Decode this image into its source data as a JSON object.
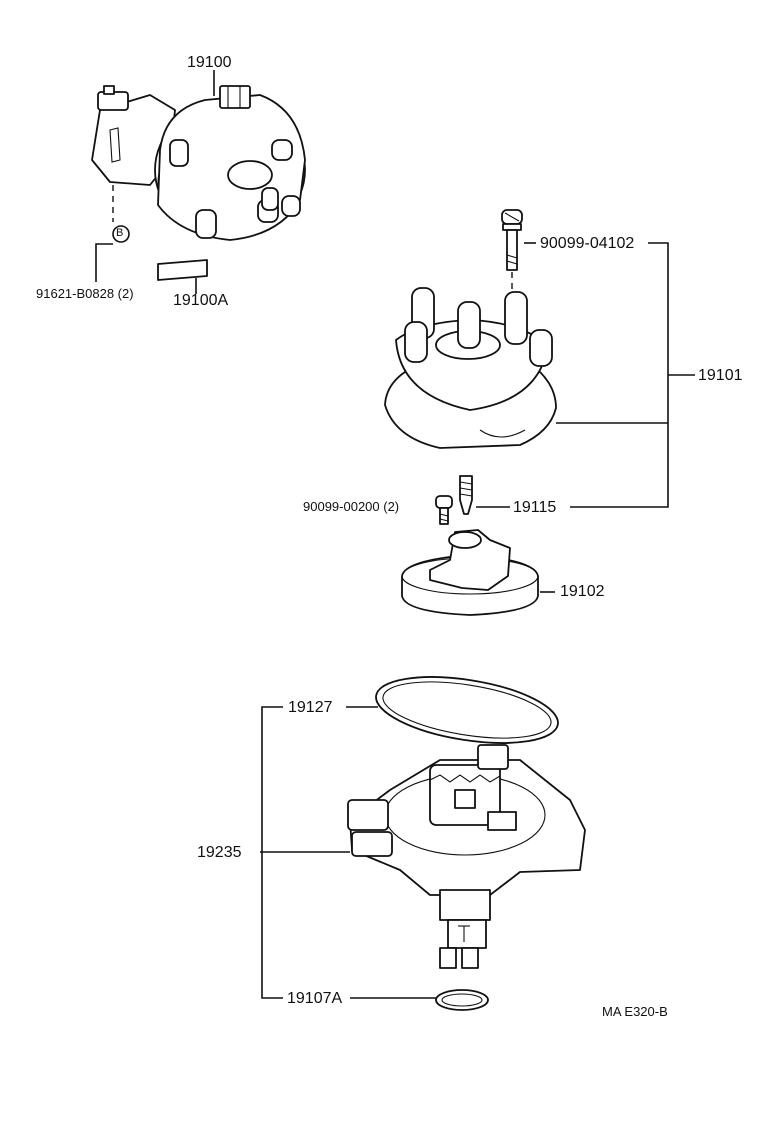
{
  "diagram": {
    "labels": {
      "p19100": "19100",
      "p91621": "91621-B0828 (2)",
      "p19100A": "19100A",
      "circle_b": "B",
      "p90099_04102": "90099-04102",
      "p19101": "19101",
      "p90099_00200": "90099-00200 (2)",
      "p19115": "19115",
      "p19102": "19102",
      "p19127": "19127",
      "p19235": "19235",
      "p19107A": "19107A",
      "ref_code": "MA E320-B"
    }
  }
}
